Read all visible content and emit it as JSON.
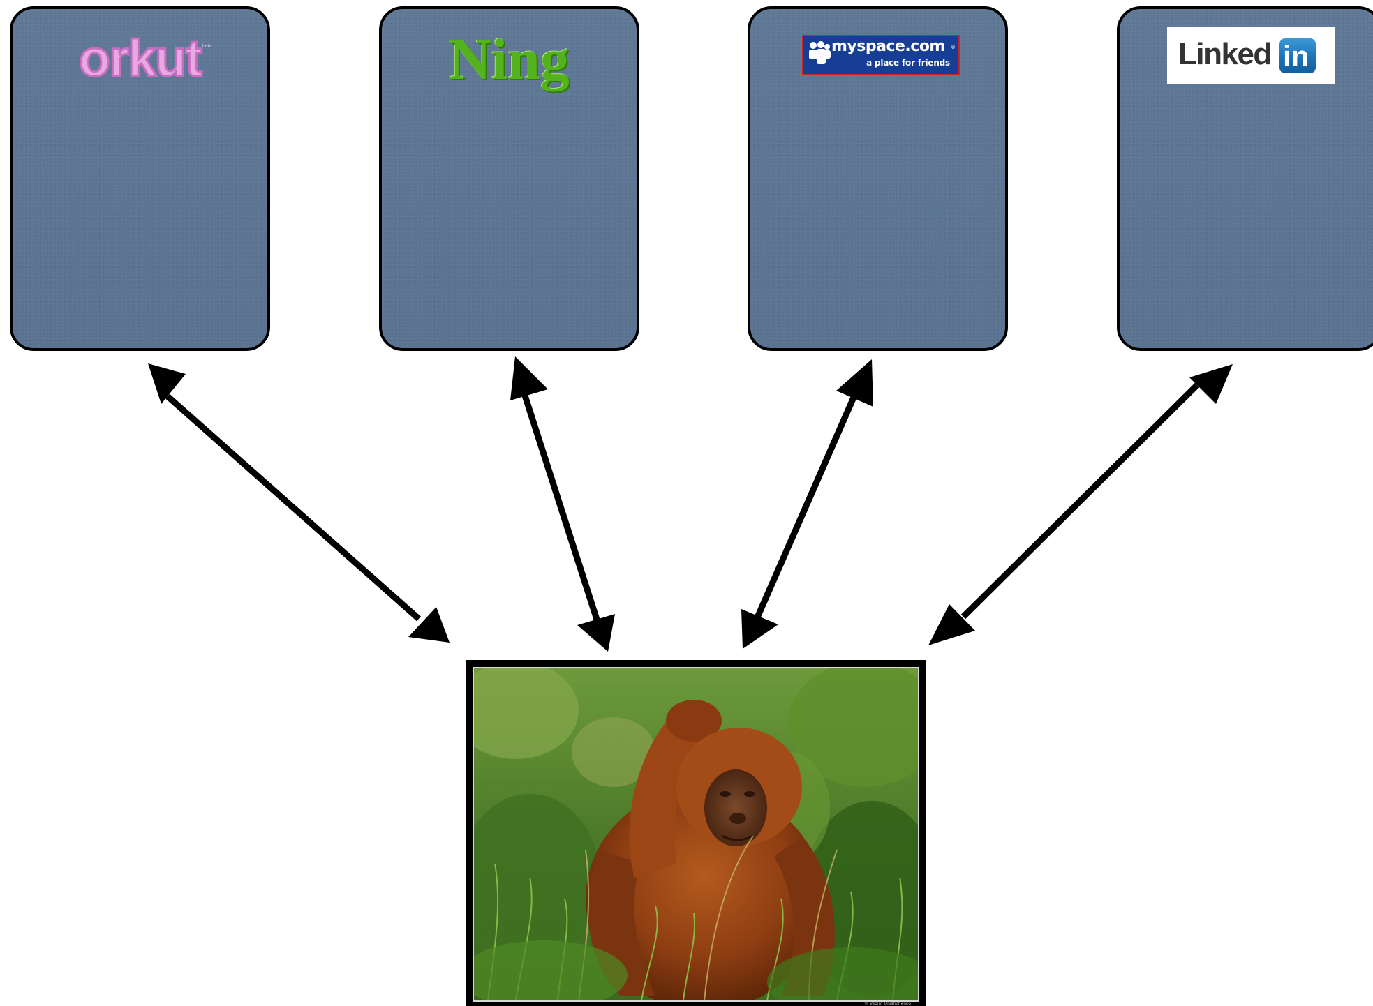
{
  "logos": {
    "orkut": {
      "text": "orkut",
      "beta": "beta",
      "color": "#c86ec2"
    },
    "ning": {
      "text": "Ning",
      "color": "#54b21c"
    },
    "myspace": {
      "name": "myspace.com",
      "reg": "®",
      "tagline": "a place for friends",
      "bg": "#163e94",
      "border": "#c9242b"
    },
    "linkedin": {
      "text": "Linked",
      "badge": "in",
      "badge_color": "#1c72b8"
    }
  },
  "card_color": "#5c7593",
  "arrow_color": "#000000",
  "photo": {
    "subject": "orangutan-photo",
    "credit": "© Vadim Onishchenko"
  }
}
